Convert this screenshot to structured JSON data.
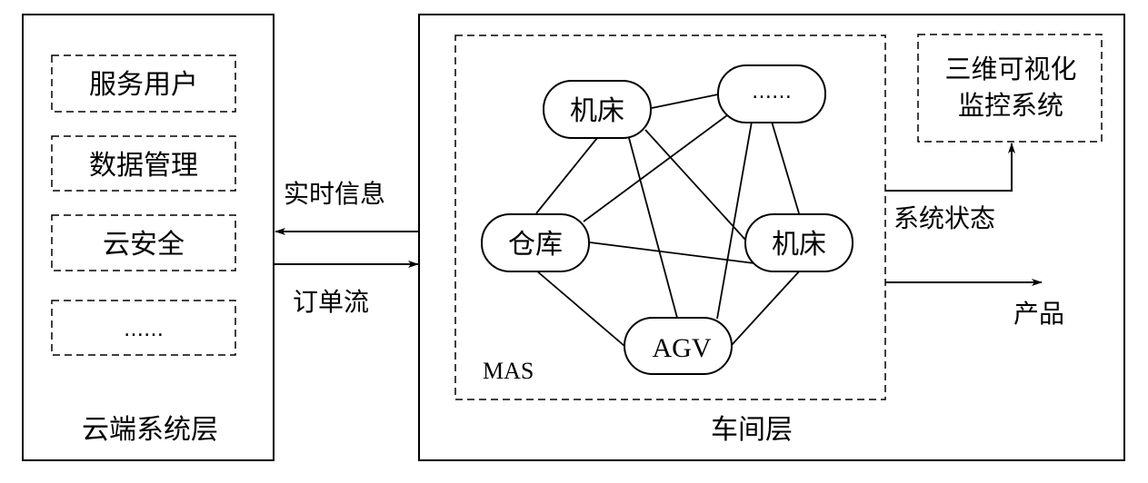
{
  "cloud_layer": {
    "title": "云端系统层",
    "modules": [
      "服务用户",
      "数据管理",
      "云安全",
      "……"
    ]
  },
  "flows": {
    "realtime_info": "实时信息",
    "order_flow": "订单流",
    "system_status": "系统状态",
    "product": "产品"
  },
  "workshop_layer": {
    "title": "车间层",
    "mas_label": "MAS",
    "nodes": {
      "machine1": "机床",
      "more": "……",
      "warehouse": "仓库",
      "machine2": "机床",
      "agv": "AGV"
    },
    "monitor": {
      "line1": "三维可视化",
      "line2": "监控系统"
    }
  }
}
